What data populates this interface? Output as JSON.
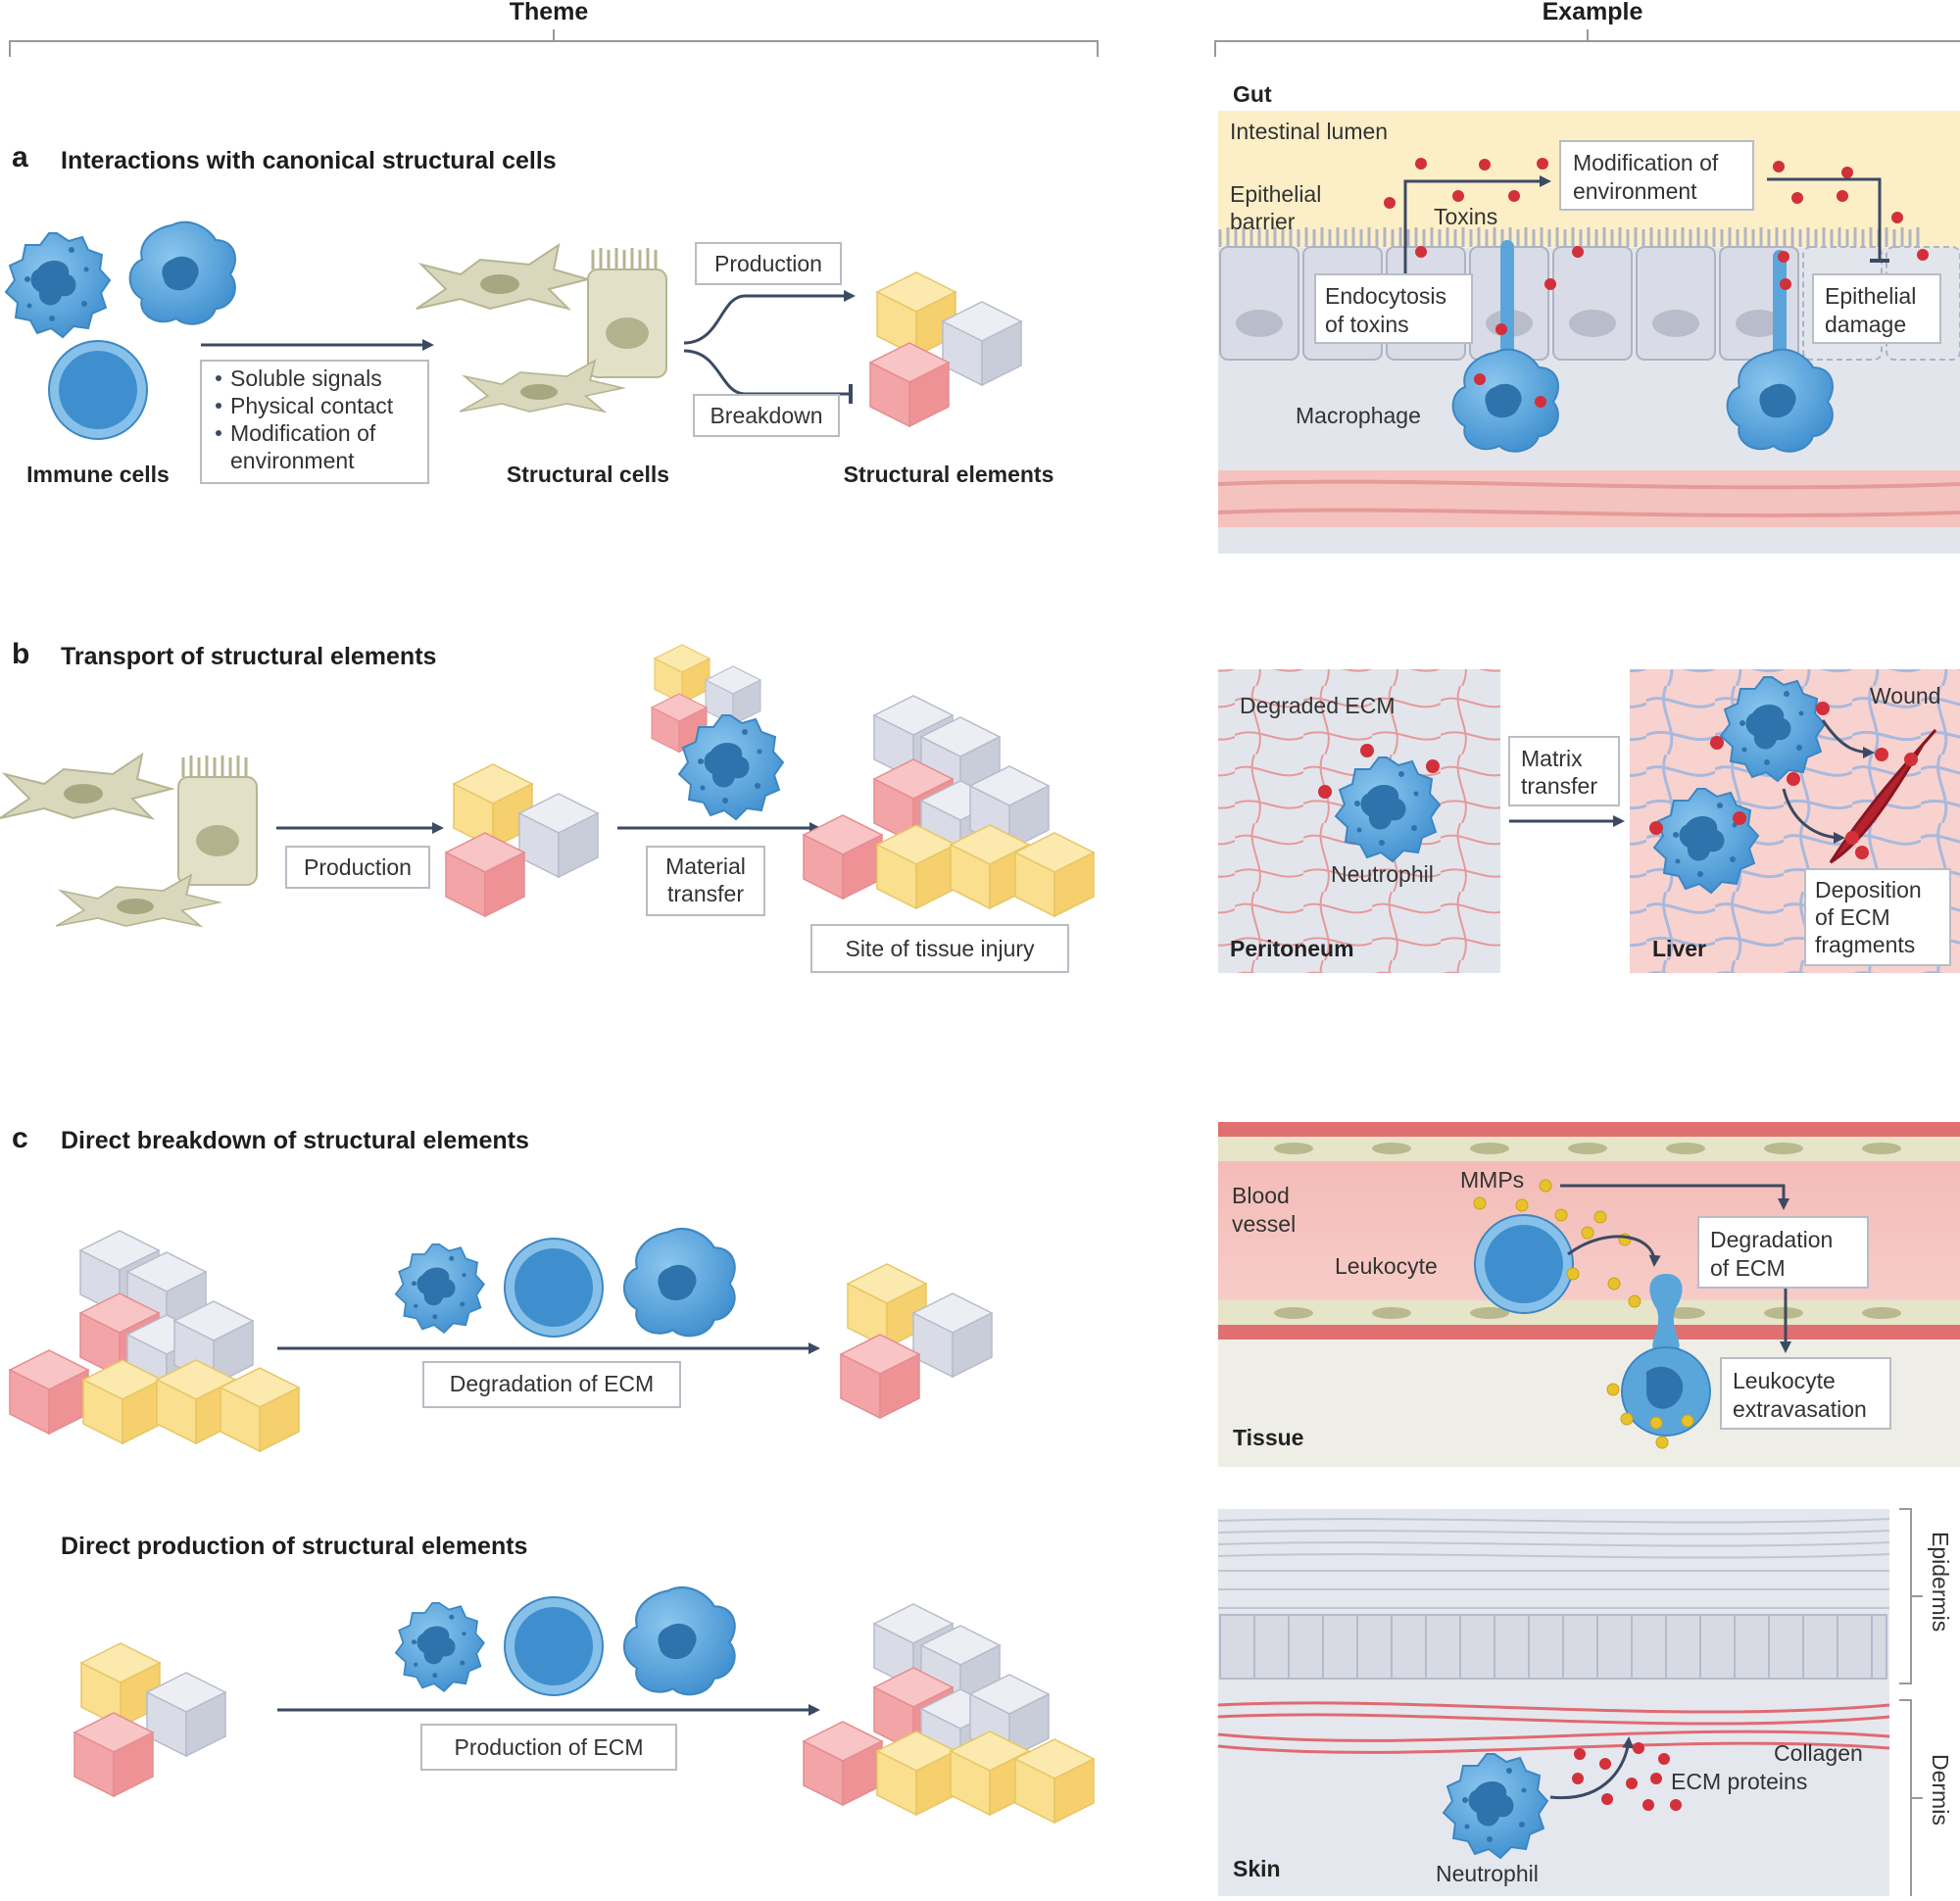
{
  "headers": {
    "theme": "Theme",
    "example": "Example"
  },
  "a": {
    "letter": "a",
    "title": "Interactions with canonical structural cells",
    "bullets": [
      "Soluble signals",
      "Physical contact",
      "Modification of",
      "environment"
    ],
    "immune_cells": "Immune cells",
    "structural_cells": "Structural cells",
    "structural_elements": "Structural elements",
    "production": "Production",
    "breakdown": "Breakdown",
    "gut": {
      "title": "Gut",
      "lumen": "Intestinal lumen",
      "barrier_1": "Epithelial",
      "barrier_2": "barrier",
      "toxins": "Toxins",
      "modification_1": "Modification of",
      "modification_2": "environment",
      "endocytosis_1": "Endocytosis",
      "endocytosis_2": "of toxins",
      "damage_1": "Epithelial",
      "damage_2": "damage",
      "macrophage": "Macrophage"
    }
  },
  "b": {
    "letter": "b",
    "title": "Transport of structural elements",
    "production": "Production",
    "material_1": "Material",
    "material_2": "transfer",
    "site": "Site of tissue injury",
    "example": {
      "degraded": "Degraded ECM",
      "neutrophil": "Neutrophil",
      "peritoneum": "Peritoneum",
      "matrix_1": "Matrix",
      "matrix_2": "transfer",
      "wound": "Wound",
      "liver": "Liver",
      "deposition_1": "Deposition",
      "deposition_2": "of ECM",
      "deposition_3": "fragments"
    }
  },
  "c": {
    "letter": "c",
    "title": "Direct breakdown of structural elements",
    "degradation": "Degradation of ECM",
    "title2": "Direct production of structural elements",
    "production": "Production of ECM",
    "vessel": {
      "blood_1": "Blood",
      "blood_2": "vessel",
      "mmps": "MMPs",
      "leukocyte": "Leukocyte",
      "degradation_1": "Degradation",
      "degradation_2": "of ECM",
      "extravasation_1": "Leukocyte",
      "extravasation_2": "extravasation",
      "tissue": "Tissue"
    },
    "skin": {
      "epidermis": "Epidermis",
      "dermis": "Dermis",
      "collagen": "Collagen",
      "ecm_proteins": "ECM proteins",
      "skin": "Skin",
      "neutrophil": "Neutrophil"
    }
  },
  "colors": {
    "arrow": "#3b4a63",
    "cube_yellow": "#f9df8e",
    "cube_red": "#f3a4a6",
    "cube_grey": "#d9dce6",
    "cell_blue": "#5aa6db",
    "structural_cell": "#d9d8bd",
    "dot_red": "#d2303b",
    "dot_yellow": "#e8c22b"
  }
}
